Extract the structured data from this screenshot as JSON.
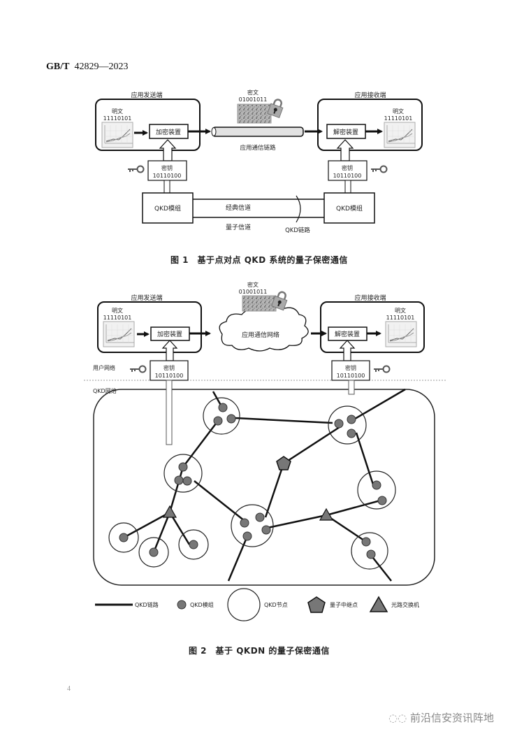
{
  "header": {
    "standard_code_prefix": "GB/T",
    "standard_code_number": "42829—2023"
  },
  "figure1": {
    "sender_title": "应用发送端",
    "receiver_title": "应用接收端",
    "plaintext_label": "明文",
    "plaintext_bits": "11110101",
    "ciphertext_label": "密文",
    "ciphertext_bits": "01001011",
    "encrypt_device": "加密装置",
    "decrypt_device": "解密装置",
    "channel_label": "应用通信链路",
    "key_label": "密钥",
    "key_bits": "10110100",
    "qkd_module": "QKD模组",
    "classical_channel": "经典信道",
    "quantum_channel": "量子信道",
    "qkd_link": "QKD链路",
    "caption": "图 1　基于点对点 QKD 系统的量子保密通信"
  },
  "figure2": {
    "sender_title": "应用发送端",
    "receiver_title": "应用接收端",
    "plaintext_label": "明文",
    "plaintext_bits": "11110101",
    "ciphertext_label": "密文",
    "ciphertext_bits": "01001011",
    "encrypt_device": "加密装置",
    "decrypt_device": "解密装置",
    "network_label": "应用通信网络",
    "key_label": "密钥",
    "key_bits": "10110100",
    "user_network": "用户网络",
    "qkd_network": "QKD网络",
    "legend": [
      {
        "symbol": "line",
        "label": "QKD链路"
      },
      {
        "symbol": "dot",
        "label": "QKD模组"
      },
      {
        "symbol": "circle",
        "label": "QKD节点"
      },
      {
        "symbol": "pentagon",
        "label": "量子中继点"
      },
      {
        "symbol": "triangle",
        "label": "光路交换机"
      }
    ],
    "caption": "图 2　基于 QKDN 的量子保密通信"
  },
  "footer": {
    "page_number": "4",
    "watermark": "前沿信安资讯阵地"
  },
  "colors": {
    "module_fill": "#777777",
    "line": "#111111",
    "tube_fill": "#e2e2e2"
  }
}
